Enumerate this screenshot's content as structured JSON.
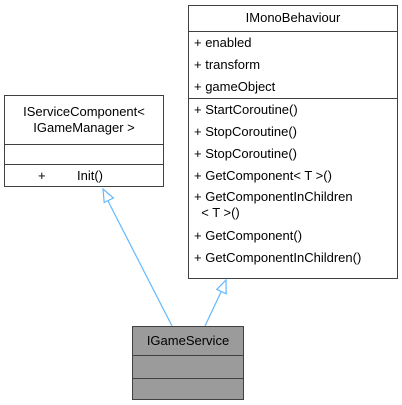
{
  "classes": {
    "service_component": {
      "name_line1": "IServiceComponent<",
      "name_line2": "IGameManager >",
      "op_visibility": "+",
      "op_name": "Init()"
    },
    "mono_behaviour": {
      "name": "IMonoBehaviour",
      "attributes": [
        "+ enabled",
        "+ transform",
        "+ gameObject"
      ],
      "operations": [
        "+ StartCoroutine()",
        "+ StopCoroutine()",
        "+ StopCoroutine()",
        "+ GetComponent< T >()",
        "+ GetComponentInChildren\n  < T >()",
        "+ GetComponent()",
        "+ GetComponentInChildren()"
      ]
    },
    "game_service": {
      "name": "IGameService",
      "fill_color": "#9b9b9b"
    }
  },
  "colors": {
    "border": "#404040",
    "inheritance_arrow": "#63b8ff"
  }
}
